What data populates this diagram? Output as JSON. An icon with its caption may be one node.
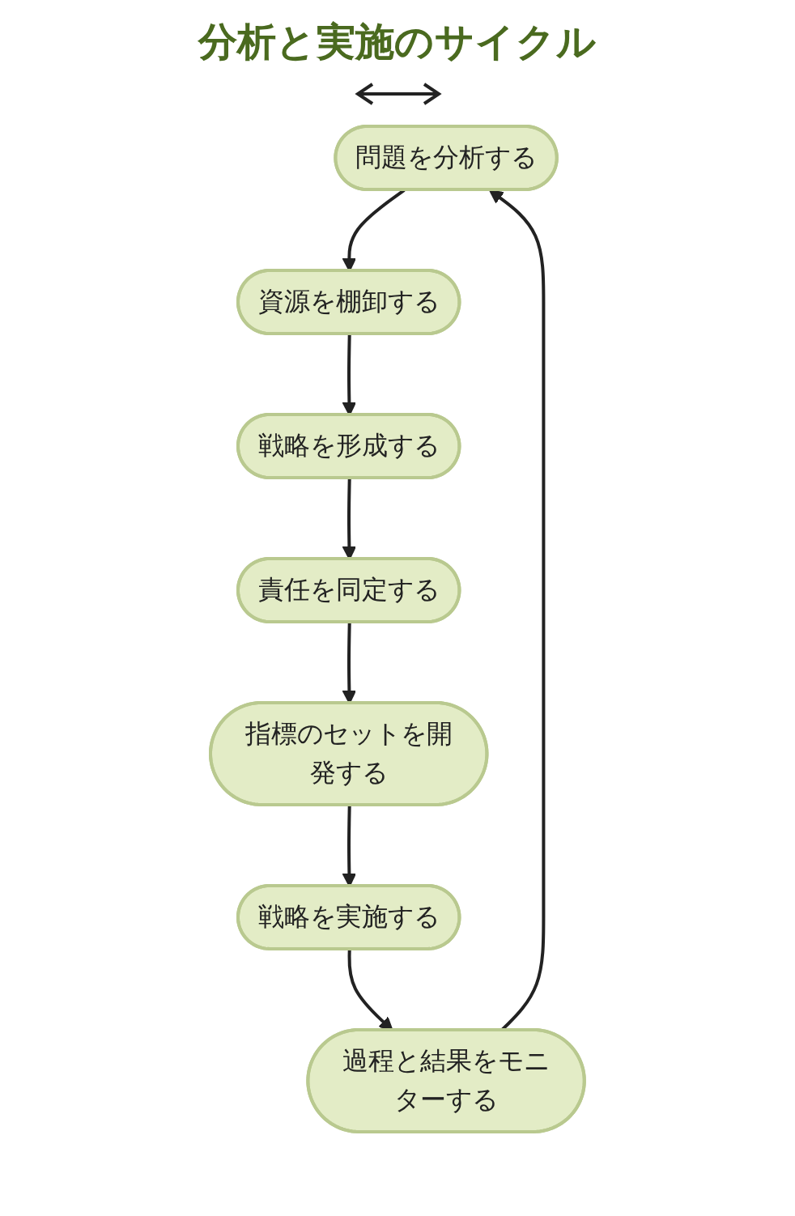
{
  "diagram": {
    "title": "分析と実施のサイクル",
    "nodes": [
      {
        "text": [
          "問題を分析する"
        ]
      },
      {
        "text": [
          "資源を棚卸する"
        ]
      },
      {
        "text": [
          "戦略を形成する"
        ]
      },
      {
        "text": [
          "責任を同定する"
        ]
      },
      {
        "text": [
          "指標のセットを開発する"
        ]
      },
      {
        "text": [
          "戦略を実施する"
        ]
      },
      {
        "text": [
          "過程と結果をモニターする"
        ]
      }
    ],
    "edges": [
      {
        "from": 0,
        "to": 1,
        "arrow": "to"
      },
      {
        "from": 1,
        "to": 2,
        "arrow": "to"
      },
      {
        "from": 2,
        "to": 3,
        "arrow": "to"
      },
      {
        "from": 3,
        "to": 4,
        "arrow": "to"
      },
      {
        "from": 4,
        "to": 5,
        "arrow": "to"
      },
      {
        "from": 5,
        "to": 6,
        "arrow": "to"
      },
      {
        "from": 6,
        "to": 0,
        "arrow": "to"
      }
    ]
  }
}
